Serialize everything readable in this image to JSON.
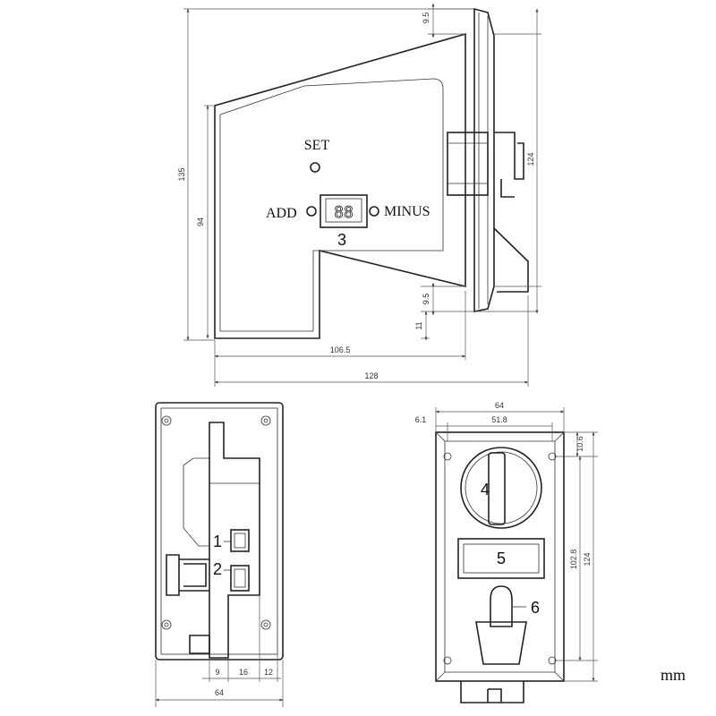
{
  "side_view": {
    "labels": {
      "set": "SET",
      "add": "ADD",
      "minus": "MINUS",
      "display_ref": "3"
    },
    "dims": {
      "d135": "135",
      "d94": "94",
      "d124": "124",
      "d9_5_top": "9.5",
      "d9_5_bottom": "9.5",
      "d11": "11",
      "d106_5": "106.5",
      "d128": "128"
    }
  },
  "rear_view": {
    "refs": {
      "r1": "1",
      "r2": "2"
    },
    "dims": {
      "d9": "9",
      "d16": "16",
      "d12": "12",
      "d64": "64"
    }
  },
  "front_view": {
    "refs": {
      "r4": "4",
      "r5": "5",
      "r6": "6"
    },
    "dims": {
      "d64": "64",
      "d6_1": "6.1",
      "d51_8": "51.8",
      "d10_6": "10.6",
      "d102_8": "102.8",
      "d124": "124"
    }
  },
  "unit_label": "mm"
}
